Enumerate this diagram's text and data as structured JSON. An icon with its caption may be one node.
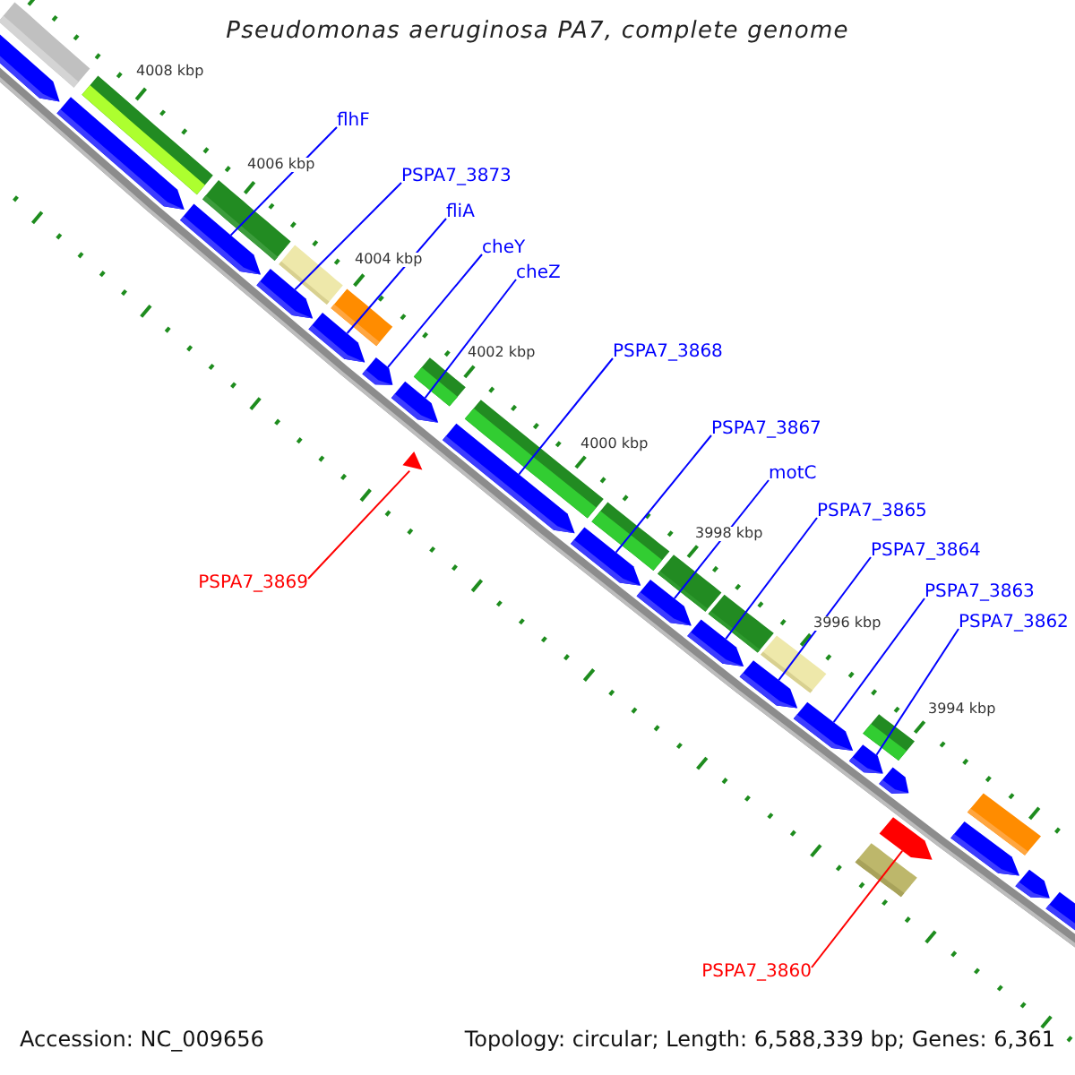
{
  "diagram": {
    "title": "Pseudomonas aeruginosa PA7, complete genome",
    "nodes": [
      {
        "text": [
          "flhF"
        ]
      },
      {
        "text": [
          "PSPA7_3873"
        ]
      },
      {
        "text": [
          "fliA"
        ]
      },
      {
        "text": [
          "cheY"
        ]
      },
      {
        "text": [
          "cheZ"
        ]
      },
      {
        "text": [
          "PSPA7_3868"
        ]
      },
      {
        "text": [
          "PSPA7_3867"
        ]
      },
      {
        "text": [
          "motC"
        ]
      },
      {
        "text": [
          "PSPA7_3865"
        ]
      },
      {
        "text": [
          "PSPA7_3864"
        ]
      },
      {
        "text": [
          "PSPA7_3863"
        ]
      },
      {
        "text": [
          "PSPA7_3862"
        ]
      },
      {
        "text": [
          "PSPA7_3869"
        ]
      },
      {
        "text": [
          "PSPA7_3860"
        ]
      },
      {
        "text": [],
        "shape": "arrow"
      },
      {
        "text": [],
        "shape": "arrow"
      },
      {
        "text": [],
        "shape": "arrow"
      },
      {
        "text": [],
        "shape": "arrow"
      },
      {
        "text": [],
        "shape": "arrow"
      },
      {
        "text": [],
        "shape": "arrow"
      },
      {
        "text": [],
        "shape": "arrow"
      },
      {
        "text": [],
        "shape": "triangle"
      },
      {
        "text": [],
        "shape": "arrow"
      },
      {
        "text": [],
        "shape": "arrow"
      },
      {
        "text": [],
        "shape": "arrow"
      },
      {
        "text": [],
        "shape": "arrow"
      },
      {
        "text": [],
        "shape": "arrow"
      },
      {
        "text": [],
        "shape": "arrow"
      },
      {
        "text": [],
        "shape": "arrow"
      },
      {
        "text": [],
        "shape": "arrow"
      },
      {
        "text": [],
        "shape": "arrow"
      },
      {
        "text": [],
        "shape": "arrow"
      },
      {
        "text": [],
        "shape": "arrow"
      },
      {
        "text": [],
        "shape": "arrow"
      }
    ],
    "edges": [
      {
        "from": 0,
        "to": 16,
        "arrow": "none"
      },
      {
        "from": 1,
        "to": 17,
        "arrow": "none"
      },
      {
        "from": 2,
        "to": 18,
        "arrow": "none"
      },
      {
        "from": 3,
        "to": 19,
        "arrow": "none"
      },
      {
        "from": 4,
        "to": 20,
        "arrow": "none"
      },
      {
        "from": 5,
        "to": 22,
        "arrow": "none"
      },
      {
        "from": 6,
        "to": 23,
        "arrow": "none"
      },
      {
        "from": 7,
        "to": 24,
        "arrow": "none"
      },
      {
        "from": 8,
        "to": 25,
        "arrow": "none"
      },
      {
        "from": 9,
        "to": 26,
        "arrow": "none"
      },
      {
        "from": 10,
        "to": 27,
        "arrow": "none"
      },
      {
        "from": 11,
        "to": 28,
        "arrow": "none"
      },
      {
        "from": 12,
        "to": 21,
        "arrow": "none",
        "color": "#ff0000"
      },
      {
        "from": 13,
        "to": 30,
        "arrow": "none",
        "color": "#ff0000"
      }
    ],
    "labels": [
      "4008 kbp",
      "4006 kbp",
      "4004 kbp",
      "4002 kbp",
      "4000 kbp",
      "3998 kbp",
      "3996 kbp",
      "3994 kbp",
      "Accession: NC_009656",
      "Topology: circular; Length: 6,588,339 bp; Genes: 6,361"
    ]
  }
}
